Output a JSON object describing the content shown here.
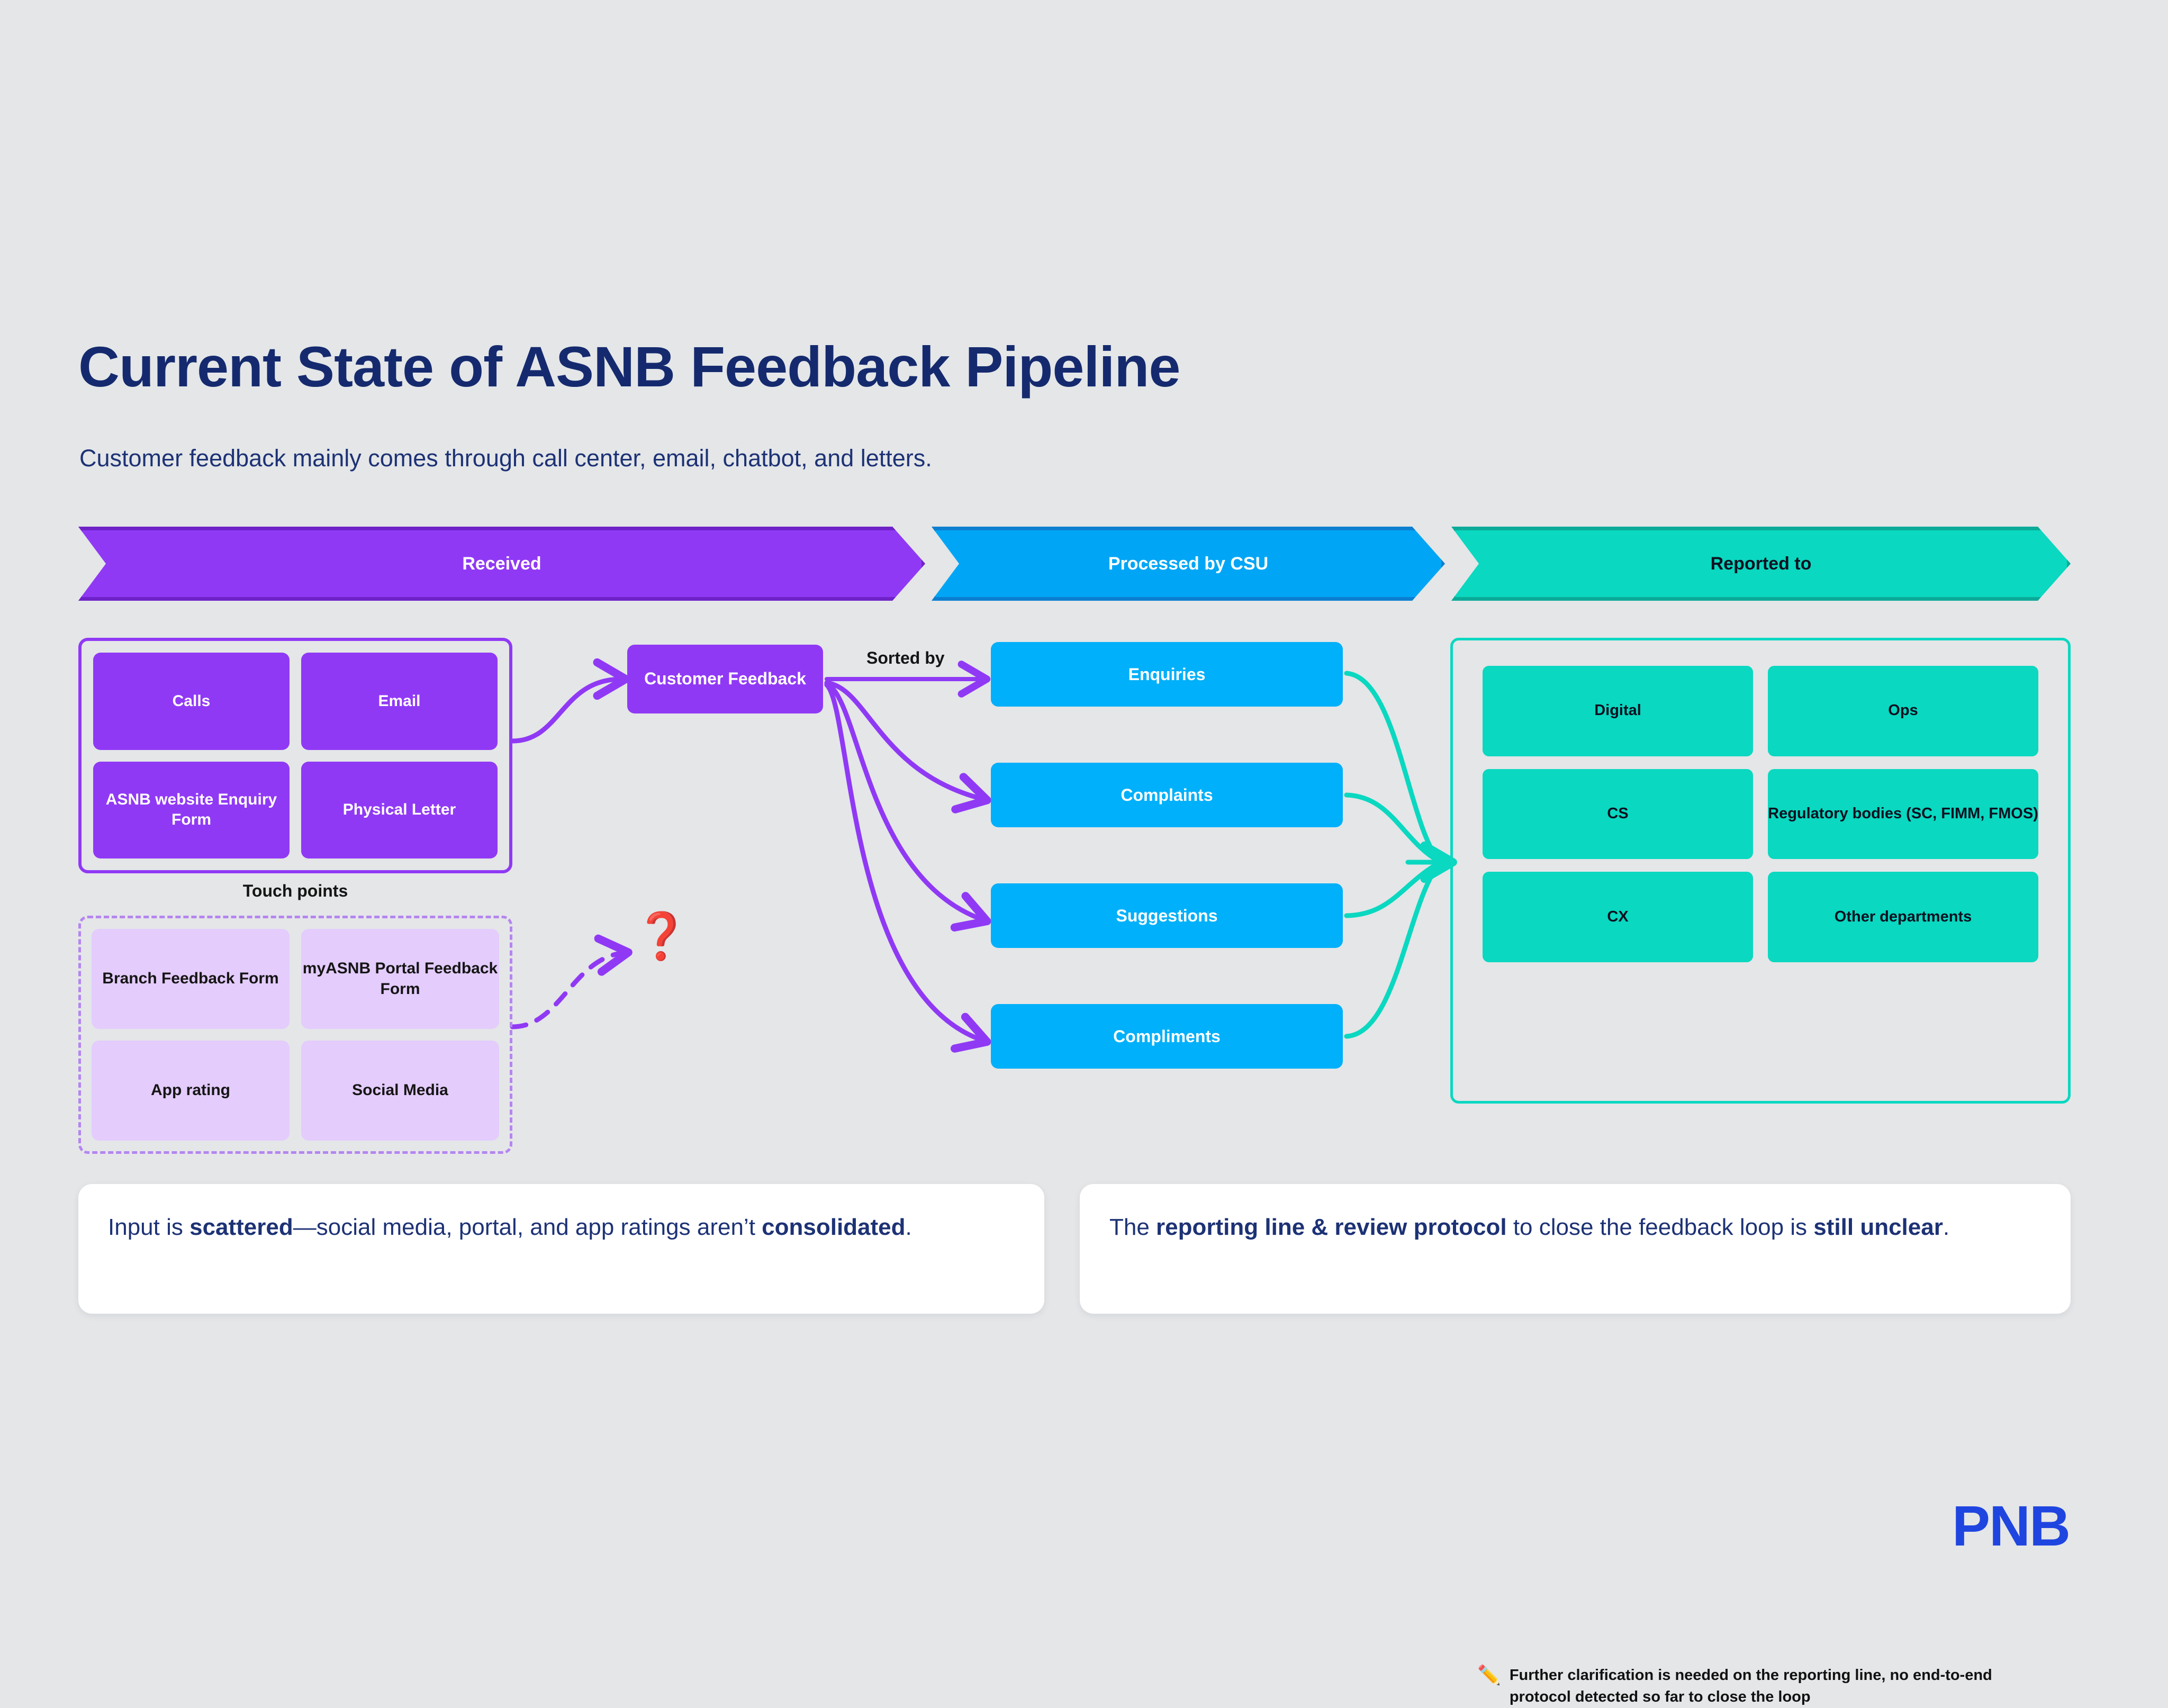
{
  "header": {
    "title": "Current State of ASNB Feedback Pipeline",
    "subtitle": "Customer feedback mainly comes through call center, email, chatbot, and letters."
  },
  "stage_banners": [
    {
      "label": "Received",
      "color": "#9039f5",
      "text_color": "#ffffff"
    },
    {
      "label": "Processed by CSU",
      "color": "#00a6f5",
      "text_color": "#ffffff"
    },
    {
      "label": "Reported to",
      "color": "#0ad8c0",
      "text_color": "#0d1221"
    }
  ],
  "touch_points": {
    "caption": "Touch points",
    "primary_channels": [
      "Calls",
      "Email",
      "ASNB website Enquiry Form",
      "Physical Letter"
    ],
    "secondary_channels": [
      "Branch Feedback Form",
      "myASNB Portal Feedback Form",
      "App rating",
      "Social Media"
    ]
  },
  "hub": {
    "label": "Customer Feedback",
    "sorted_by_label": "Sorted by",
    "unknown_icon": "question-mark-icon"
  },
  "categories": [
    "Enquiries",
    "Complaints",
    "Suggestions",
    "Compliments"
  ],
  "reported_to": {
    "departments": [
      "Digital",
      "Ops",
      "CS",
      "Regulatory bodies (SC, FIMM, FMOS)",
      "CX",
      "Other departments"
    ],
    "note_icon": "pencil-icon",
    "note": "Further clarification is needed on the reporting line, no end-to-end protocol detected so far to close the loop"
  },
  "callouts": [
    {
      "parts": [
        {
          "text": "Input is ",
          "bold": false
        },
        {
          "text": "scattered",
          "bold": true
        },
        {
          "text": "—social media, portal, and app ratings aren’t ",
          "bold": false
        },
        {
          "text": "consolidated",
          "bold": true
        },
        {
          "text": ".",
          "bold": false
        }
      ]
    },
    {
      "parts": [
        {
          "text": " The ",
          "bold": false
        },
        {
          "text": "reporting line & review protocol",
          "bold": true
        },
        {
          "text": " to close the feedback loop is ",
          "bold": false
        },
        {
          "text": "still unclear",
          "bold": true
        },
        {
          "text": ".",
          "bold": false
        }
      ]
    }
  ],
  "logo": "PNB",
  "colors": {
    "background": "#e4e6e8",
    "purple": "#9039f5",
    "purple_soft": "#e4ccfd",
    "blue": "#00b0fa",
    "teal": "#0ad8c0",
    "navy": "#1d3275",
    "logo_blue": "#1f45e0"
  }
}
